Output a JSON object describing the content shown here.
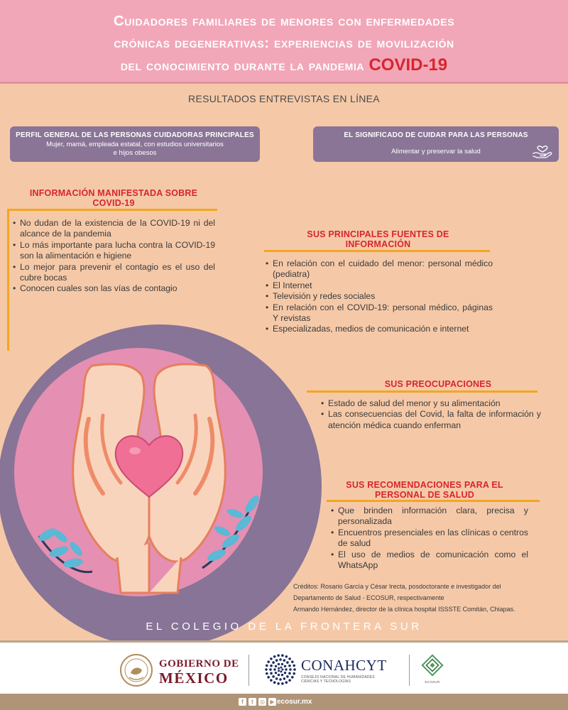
{
  "header": {
    "title_line1": "Cuidadores familiares de menores con enfermedades",
    "title_line2": "crónicas degenerativas: experiencias de movilización",
    "title_line3": "del conocimiento durante la pandemia",
    "title_highlight": "COVID-19"
  },
  "subheading": "RESULTADOS ENTREVISTAS EN LÍNEA",
  "profile_box": {
    "title": "PERFIL GENERAL DE LAS PERSONAS CUIDADORAS PRINCIPALES",
    "text_line1": "Mujer, mamá, empleada estatal, con estudios universitarios",
    "text_line2": "e hijos obesos"
  },
  "meaning_box": {
    "title": "EL SIGNIFICADO DE CUIDAR PARA LAS PERSONAS",
    "text": "Alimentar y preservar la salud",
    "icon": "hand-heart-icon"
  },
  "info_section": {
    "title_line1": "INFORMACIÓN MANIFESTADA SOBRE",
    "title_line2": "COVID-19",
    "items": [
      "No dudan de la existencia de la COVID-19 ni del alcance de la pandemia",
      "Lo más importante para lucha contra la COVID-19 son la alimentación e higiene",
      "Lo mejor para prevenir el contagio es el uso del cubre bocas",
      "Conocen cuales son las vías de contagio"
    ]
  },
  "sources_section": {
    "title_line1": "SUS PRINCIPALES FUENTES DE",
    "title_line2": "INFORMACIÓN",
    "items": [
      "En relación con el cuidado del menor: personal médico (pediatra)",
      "El Internet",
      "Televisión y redes sociales",
      "En relación con el COVID-19: personal médico, páginas Y revistas",
      "Especializadas, medios de comunicación e internet"
    ]
  },
  "concerns_section": {
    "title": "SUS PREOCUPACIONES",
    "items": [
      "Estado de salud del menor y su alimentación",
      "Las consecuencias del Covid, la falta de información y atención médica cuando enferman"
    ]
  },
  "recommendations_section": {
    "title_line1": "SUS RECOMENDACIONES PARA EL",
    "title_line2": "PERSONAL DE SALUD",
    "items": [
      "Que brinden información clara, precisa y personalizada",
      "Encuentros presenciales en las clínicas o centros de salud",
      "El uso de medios de comunicación como el WhatsApp"
    ]
  },
  "credits": {
    "line1": "Créditos: Rosario García y César Irecta, posdoctorante e investigador del",
    "line2": "Departamento de Salud - ECOSUR, respectivamente",
    "line3": "Armando Hernández, director de la clínica hospital ISSSTE Comitán, Chiapas."
  },
  "institution": "EL COLEGIO DE LA FRONTERA SUR",
  "logos": {
    "gobierno_line1": "GOBIERNO DE",
    "gobierno_line2": "MÉXICO",
    "conahcyt": "CONAHCYT",
    "conahcyt_sub_line1": "CONSEJO NACIONAL DE HUMANIDADES",
    "conahcyt_sub_line2": "CIENCIAS Y TECNOLOGÍAS",
    "ecosur_label": "ECOSUR"
  },
  "footer": {
    "website": "ecosur.mx",
    "social_icons": [
      "facebook-icon",
      "twitter-icon",
      "instagram-icon",
      "youtube-icon"
    ]
  },
  "colors": {
    "background": "#f5c9a8",
    "header": "#f1a7b8",
    "accent_red": "#d8252e",
    "purple": "#8a7597",
    "orange_rule": "#f3a61f",
    "heart": "#ef6f95"
  }
}
